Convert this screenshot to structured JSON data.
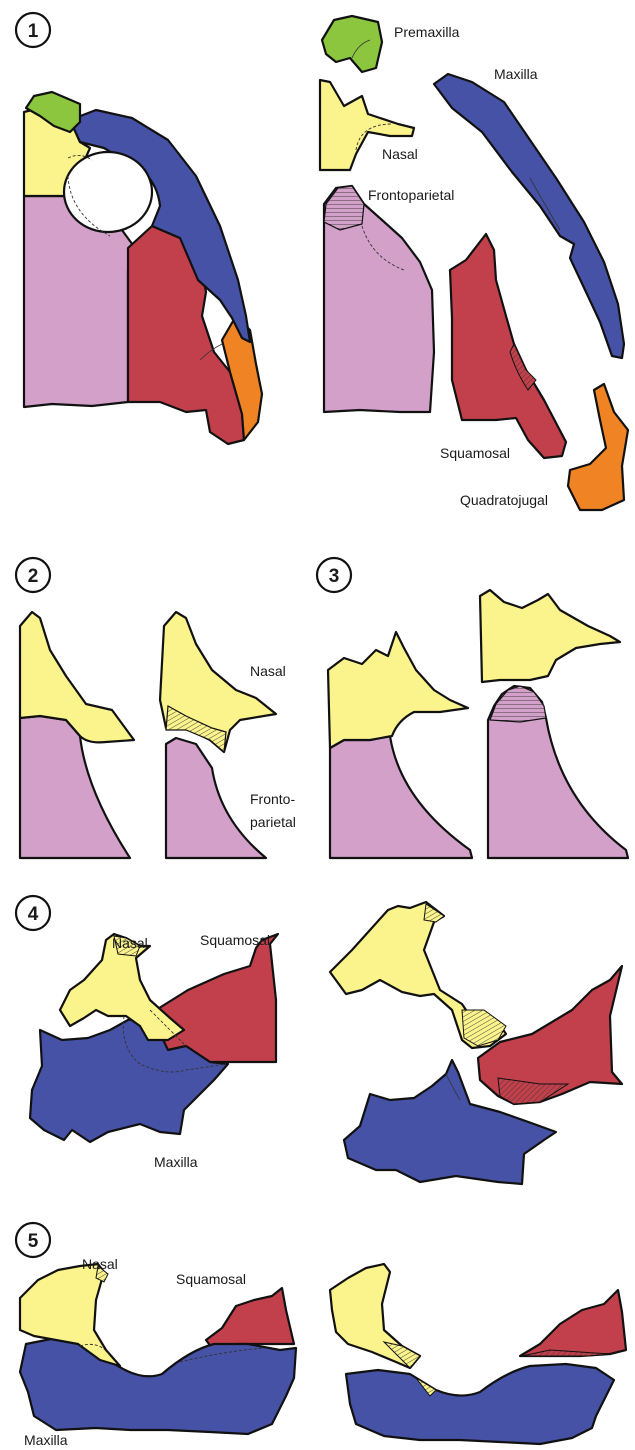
{
  "colors": {
    "premaxilla": "#8cc63f",
    "nasal": "#fbf38c",
    "frontoparietal": "#d2a0c8",
    "squamosal": "#c2404c",
    "maxilla": "#4652a6",
    "quadratojugal": "#f08424"
  },
  "panels": [
    {
      "number": "1"
    },
    {
      "number": "2"
    },
    {
      "number": "3"
    },
    {
      "number": "4"
    },
    {
      "number": "5"
    }
  ],
  "labels": {
    "p1_premaxilla": "Premaxilla",
    "p1_maxilla": "Maxilla",
    "p1_nasal": "Nasal",
    "p1_frontoparietal": "Frontoparietal",
    "p1_squamosal": "Squamosal",
    "p1_quadratojugal": "Quadratojugal",
    "p2_nasal": "Nasal",
    "p2_fronto_1": "Fronto-",
    "p2_fronto_2": "parietal",
    "p4_nasal": "Nasal",
    "p4_squamosal": "Squamosal",
    "p4_maxilla": "Maxilla",
    "p5_nasal": "Nasal",
    "p5_squamosal": "Squamosal",
    "p5_maxilla": "Maxilla"
  }
}
